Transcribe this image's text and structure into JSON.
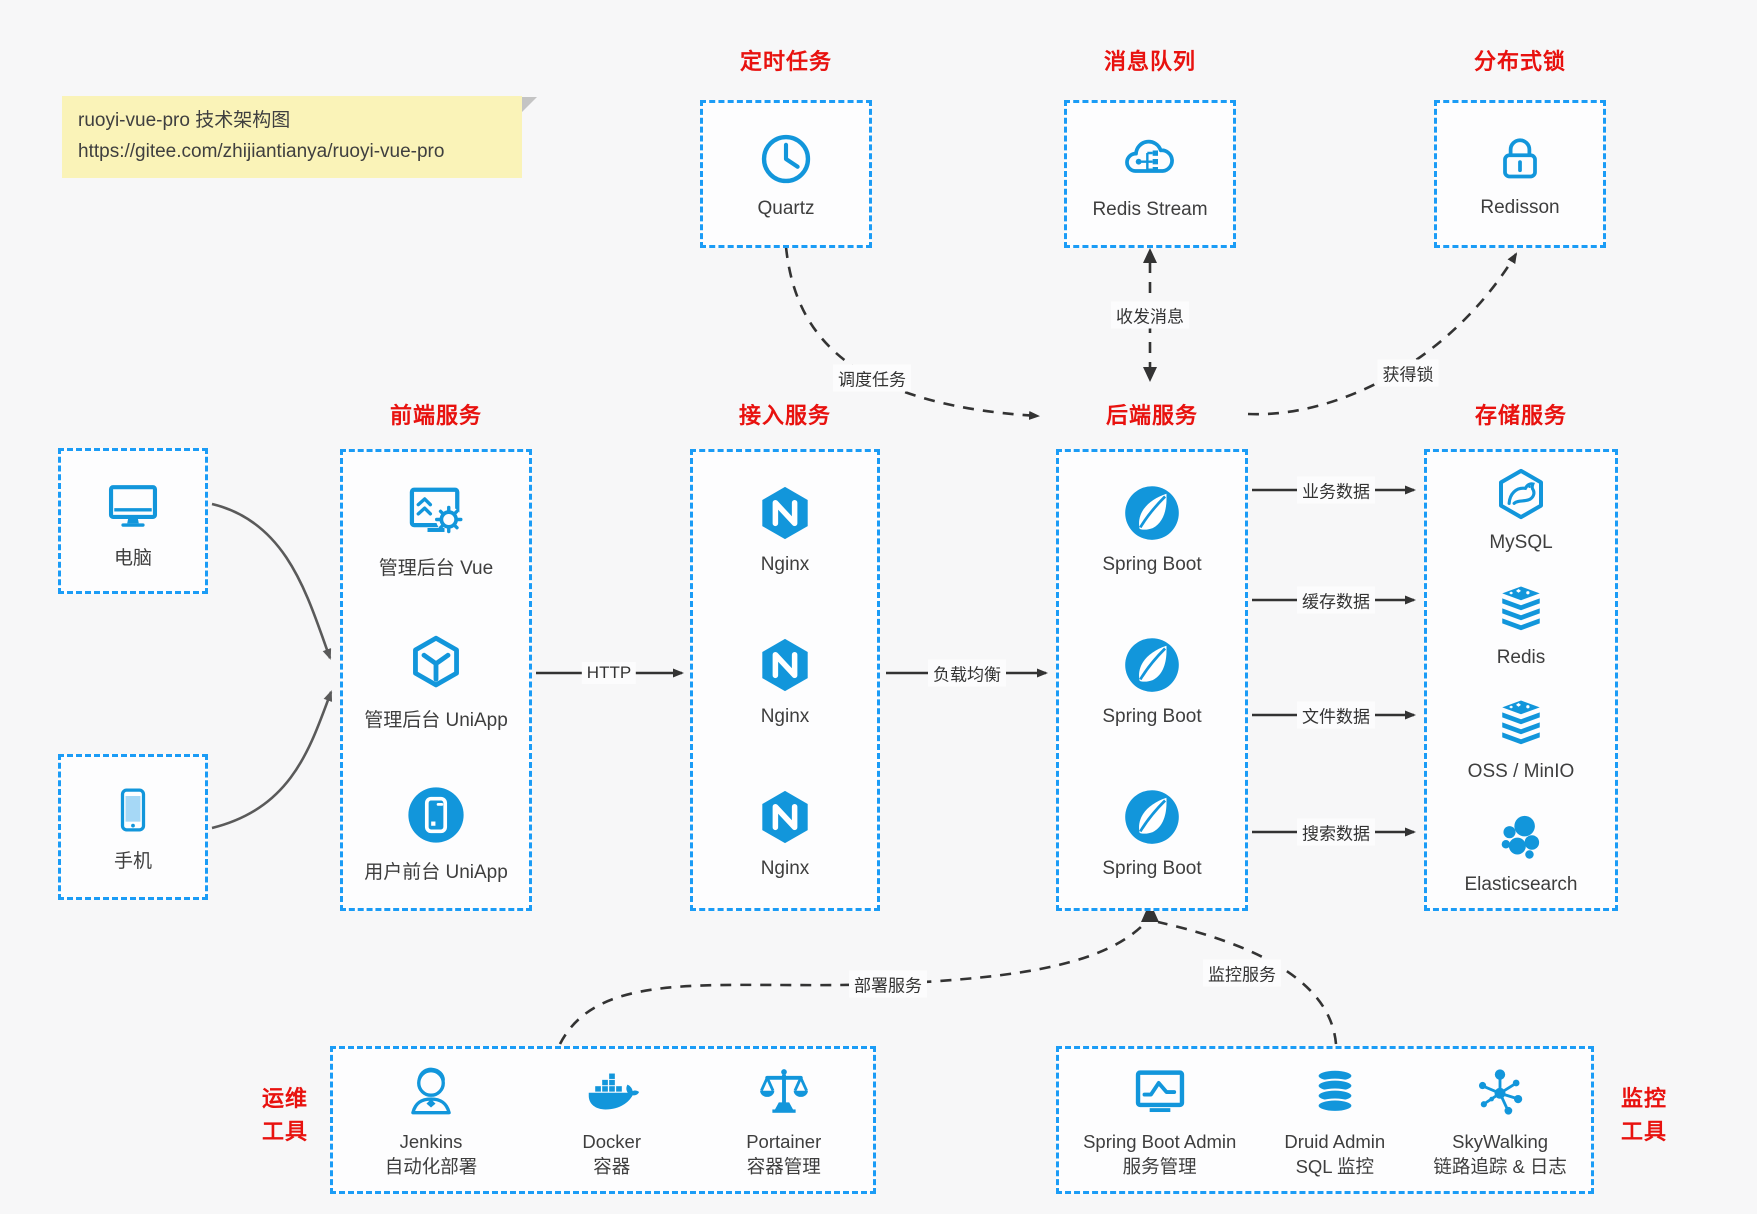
{
  "note": {
    "line1": "ruoyi-vue-pro 技术架构图",
    "line2": "https://gitee.com/zhijiantianya/ruoyi-vue-pro"
  },
  "colors": {
    "icon_blue": "#1296db",
    "border_blue": "#1b9cf6",
    "title_red": "#e8120f",
    "note_bg": "#faf3b8",
    "arrow_dark": "#333333",
    "arrow_gray": "#5a5a5a"
  },
  "top_groups": [
    {
      "title": "定时任务",
      "item": {
        "icon": "clock-icon",
        "label": "Quartz"
      }
    },
    {
      "title": "消息队列",
      "item": {
        "icon": "cloud-stream-icon",
        "label": "Redis Stream"
      }
    },
    {
      "title": "分布式锁",
      "item": {
        "icon": "lock-icon",
        "label": "Redisson"
      }
    }
  ],
  "devices": [
    {
      "icon": "desktop-icon",
      "label": "电脑"
    },
    {
      "icon": "phone-icon",
      "label": "手机"
    }
  ],
  "columns": [
    {
      "title": "前端服务",
      "items": [
        {
          "icon": "admin-vue-icon",
          "label": "管理后台 Vue"
        },
        {
          "icon": "uniapp-cube-icon",
          "label": "管理后台 UniApp"
        },
        {
          "icon": "user-app-icon",
          "label": "用户前台 UniApp"
        }
      ]
    },
    {
      "title": "接入服务",
      "items": [
        {
          "icon": "nginx-icon",
          "label": "Nginx"
        },
        {
          "icon": "nginx-icon",
          "label": "Nginx"
        },
        {
          "icon": "nginx-icon",
          "label": "Nginx"
        }
      ]
    },
    {
      "title": "后端服务",
      "items": [
        {
          "icon": "springboot-icon",
          "label": "Spring Boot"
        },
        {
          "icon": "springboot-icon",
          "label": "Spring Boot"
        },
        {
          "icon": "springboot-icon",
          "label": "Spring Boot"
        }
      ]
    },
    {
      "title": "存储服务",
      "items": [
        {
          "icon": "mysql-icon",
          "label": "MySQL"
        },
        {
          "icon": "redis-stack-icon",
          "label": "Redis"
        },
        {
          "icon": "storage-stack-icon",
          "label": "OSS / MinIO"
        },
        {
          "icon": "elasticsearch-icon",
          "label": "Elasticsearch"
        }
      ]
    }
  ],
  "edge_labels": {
    "http": "HTTP",
    "load_balance": "负载均衡",
    "schedule": "调度任务",
    "message": "收发消息",
    "lock": "获得锁",
    "business": "业务数据",
    "cache": "缓存数据",
    "file": "文件数据",
    "search": "搜索数据",
    "deploy": "部署服务",
    "monitor": "监控服务"
  },
  "bottom_groups": [
    {
      "side_label_line1": "运维",
      "side_label_line2": "工具",
      "items": [
        {
          "icon": "jenkins-icon",
          "label_line1": "Jenkins",
          "label_line2": "自动化部署"
        },
        {
          "icon": "docker-icon",
          "label_line1": "Docker",
          "label_line2": "容器"
        },
        {
          "icon": "portainer-icon",
          "label_line1": "Portainer",
          "label_line2": "容器管理"
        }
      ]
    },
    {
      "side_label_line1": "监控",
      "side_label_line2": "工具",
      "items": [
        {
          "icon": "sba-icon",
          "label_line1": "Spring Boot Admin",
          "label_line2": "服务管理"
        },
        {
          "icon": "druid-icon",
          "label_line1": "Druid Admin",
          "label_line2": "SQL 监控"
        },
        {
          "icon": "skywalking-icon",
          "label_line1": "SkyWalking",
          "label_line2": "链路追踪 & 日志"
        }
      ]
    }
  ]
}
